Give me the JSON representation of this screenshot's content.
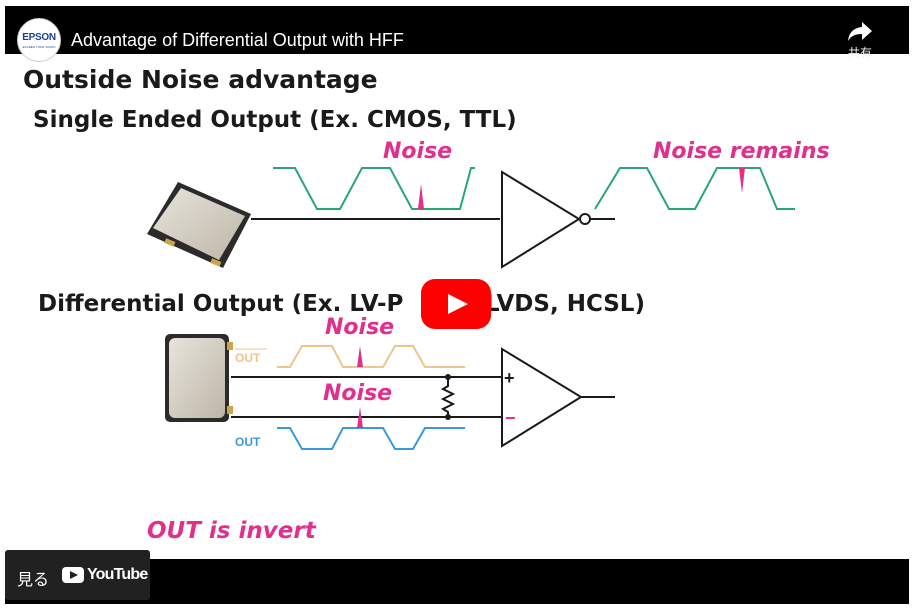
{
  "channel": {
    "logo_text": "EPSON",
    "logo_tagline": "EXCEED YOUR VISION"
  },
  "video": {
    "title": "Advantage of Differential Output with HFF",
    "share_label": "共有"
  },
  "slide": {
    "heading": "Outside Noise advantage",
    "single_ended_title": "Single Ended Output (Ex. CMOS, TTL)",
    "noise_label": "Noise",
    "noise_remains_label": "Noise remains",
    "differential_title": "Differential Output (Ex. LV-P",
    "differential_title_tail": "LVDS, HCSL)",
    "diff_noise_top": "Noise",
    "diff_noise_bottom": "Noise",
    "out_label": "OUT",
    "out_bar_label": "OUT",
    "plus_sign": "+",
    "minus_sign": "−",
    "caption": "OUT is invert"
  },
  "controls": {
    "watch_on_label": "見る",
    "youtube_wordmark": "YouTube"
  },
  "colors": {
    "green": "#2aa672",
    "pink": "#e0308c",
    "orange": "#f0c48c",
    "blue": "#3a9ad9",
    "red": "#ff0000"
  }
}
